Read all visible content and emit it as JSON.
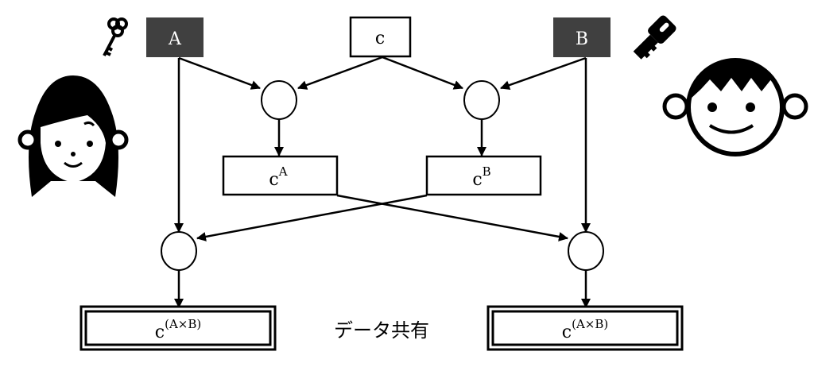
{
  "diagram": {
    "title": "データ共有",
    "colors": {
      "line": "#000000",
      "key_box": "#404040",
      "key_text": "#ffffff",
      "background": "#ffffff"
    },
    "nodes": {
      "key_a": {
        "label": "A"
      },
      "key_b": {
        "label": "B"
      },
      "data_c": {
        "label": "c"
      },
      "enc_a": {
        "base": "c",
        "sup": "A"
      },
      "enc_b": {
        "base": "c",
        "sup": "B"
      },
      "result_left": {
        "base": "c",
        "sup": "(A×B)"
      },
      "result_right": {
        "base": "c",
        "sup": "(A×B)"
      }
    },
    "actors": {
      "left": {
        "name": "girl",
        "key": "old-style-key"
      },
      "right": {
        "name": "boy",
        "key": "modern-key"
      }
    }
  }
}
